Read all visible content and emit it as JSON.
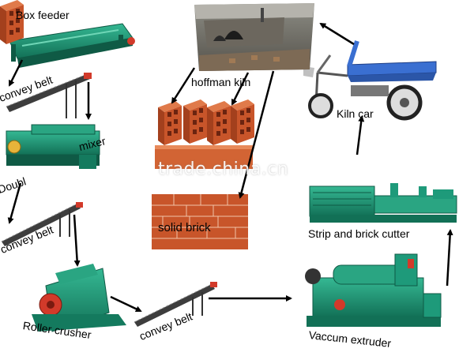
{
  "labels": {
    "box_feeder": "Box feeder",
    "convey_belt_1": "convey belt",
    "mixer": "mixer",
    "double": "Doubl",
    "convey_belt_2": "convey belt",
    "roller_crusher": "Roller crusher",
    "convey_belt_3": "convey belt",
    "vaccum_extruder": "Vaccum extruder",
    "strip_cutter": "Strip and brick cutter",
    "kiln_car": "Kiln car",
    "hoffman_kiln": "hoffman kiln",
    "solid_brick": "solid brick"
  },
  "watermark": "trade.china.cn",
  "colors": {
    "machine_green": "#1e9a7a",
    "machine_dark": "#146b55",
    "arrow": "#000000",
    "brick": "#c8552a",
    "kiln_car_blue": "#3a6fd1",
    "roller_red": "#d23a2a"
  }
}
